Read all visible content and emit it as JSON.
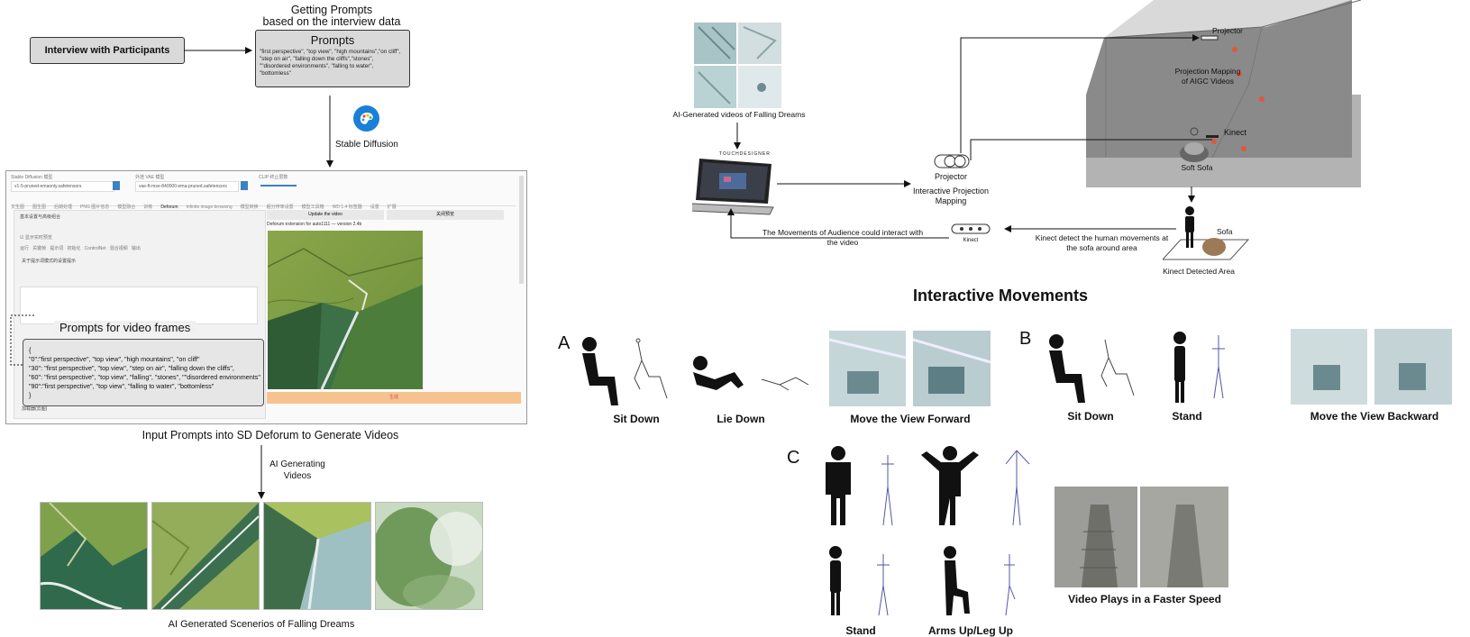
{
  "left": {
    "header_line1": "Getting Prompts",
    "header_line2": "based on the interview data",
    "interview_box": "Interview with Participants",
    "prompts_box_title": "Prompts",
    "prompts_box_text": "\"first perspective\", \"top view\", \"high mountains\",\"on cliff\",  \"step on air\", \"falling down the cliffs\",\"stones\", \"\"disordered environments\", \"falling to water\", \"bottomless\"",
    "stable_diffusion_label": "Stable Diffusion",
    "sd_ui": {
      "tabs": [
        "文生图",
        "图生图",
        "后期处理",
        "PNG 图片信息",
        "模型融合",
        "训练",
        "Deforum",
        "Infinite image browsing",
        "模型转换",
        "超分辨率设置",
        "模型工具箱",
        "WD 1.4 标签器",
        "设置",
        "扩展"
      ],
      "update_button": "Update the video",
      "close_button": "关闭预览",
      "version_text": "Deforum extension for auto1111 — version 2.4b",
      "generate_button": "生成",
      "section_header": "关于提示词模式的设置提示",
      "bottom_section": "加载器(云图)",
      "panel_header": "基本设置与高级组合"
    },
    "video_frames_title": "Prompts for video frames",
    "video_frames_lines": [
      "{",
      "\"0\":\"first perspective\", \"top view\", \"high mountains\", \"on cliff\"",
      "\"30\": \"first perspective\", \"top view\", \"step on air\", \"falling down the cliffs\",",
      "\"60\": \"first perspective\", \"top view\", \"falling\", \"stones\", \"\"disordered environments\"",
      "\"90\":\"first perspective\", \"top view\", \"falling to water\", \"bottomless\"",
      "}"
    ],
    "input_caption": "Input Prompts into SD Deforum to Generate Videos",
    "ai_generating_line1": "AI Generating",
    "ai_generating_line2": "Videos",
    "scenarios_caption": "AI Generated Scenerios of Falling Dreams"
  },
  "right": {
    "videos_caption": "AI-Generated videos of Falling Dreams",
    "touchdesigner_label": "TOUCHDESIGNER",
    "projector_label": "Projector",
    "interactive_projection_line1": "Interactive Projection",
    "interactive_projection_line2": "Mapping",
    "room_projector_label": "Projector",
    "projection_mapping_line1": "Projection Mapping",
    "projection_mapping_line2": "of AIGC Videos",
    "kinect_label": "Kinect",
    "soft_sofa_label": "Soft Sofa",
    "kinect_small_label": "Kinect",
    "movements_line1": "The Movements of Audience  could interact with",
    "movements_line2": "the video",
    "detect_line1": "Kinect detect the human movements at",
    "detect_line2": "the sofa around area",
    "sofa_label": "Sofa",
    "kinect_area_label": "Kinect Detected Area",
    "section_title": "Interactive Movements",
    "group_a_letter": "A",
    "group_b_letter": "B",
    "group_c_letter": "C",
    "a_sit": "Sit Down",
    "a_lie": "Lie Down",
    "a_move": "Move the View Forward",
    "b_sit": "Sit Down",
    "b_stand": "Stand",
    "b_move": "Move the View Backward",
    "c_speed": "Video Plays in a Faster Speed",
    "c_stand": "Stand",
    "c_arms": "Arms Up/Leg Up"
  },
  "colors": {
    "box_gray": "#d9d9d9",
    "room_dark": "#8a8a8a",
    "room_light": "#b3b3b3",
    "red_dot": "#e0573a",
    "generate_orange": "#f6c28f",
    "terrain_green": "#7d9a3e",
    "terrain_dark": "#2f5b35"
  }
}
